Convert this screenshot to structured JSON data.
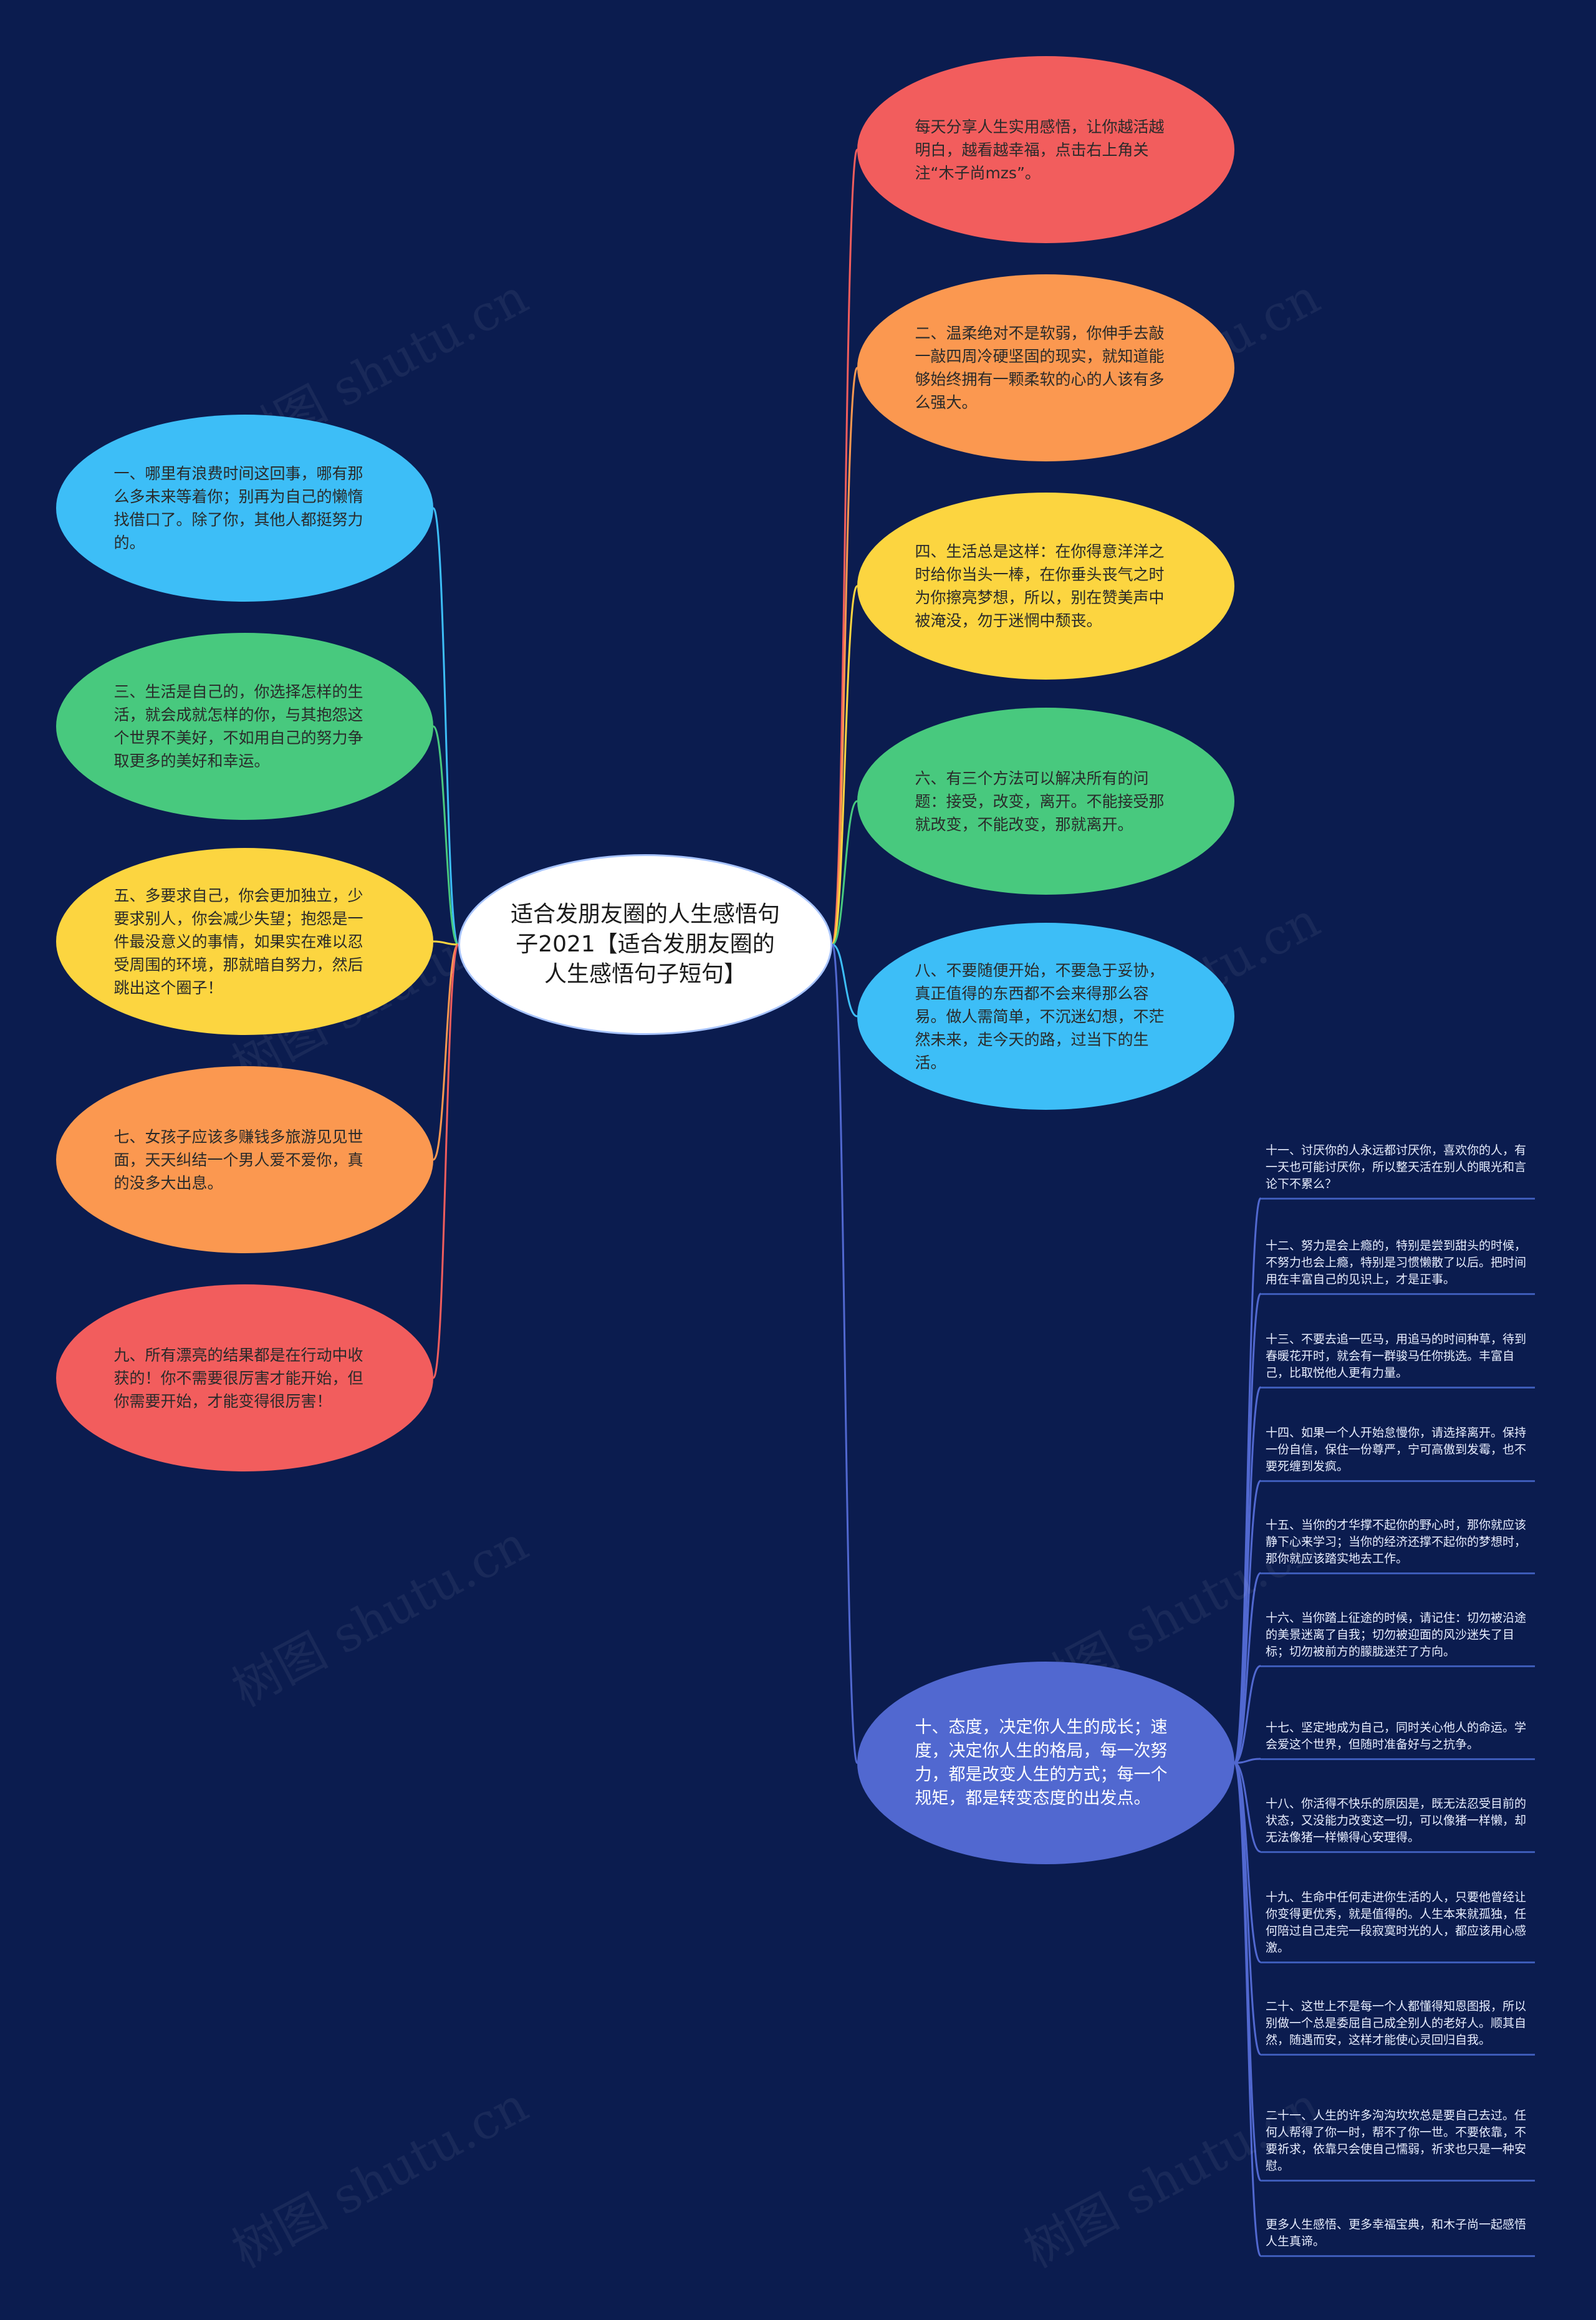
{
  "root": {
    "text": "适合发朋友圈的人生感悟句子2021【适合发朋友圈的人生感悟句子短句】"
  },
  "colors": {
    "background": "#0b1c4f",
    "red": "#f25d5d",
    "orange": "#fb9850",
    "yellow": "#fcd540",
    "green": "#48c97e",
    "cyan": "#3dbef7",
    "blue": "#5168d0"
  },
  "right_nodes": [
    {
      "text": "每天分享人生实用感悟，让你越活越明白，越看越幸福，点击右上角关注“木子尚mzs”。",
      "color": "red"
    },
    {
      "text": "二、温柔绝对不是软弱，你伸手去敲一敲四周冷硬坚固的现实，就知道能够始终拥有一颗柔软的心的人该有多么强大。",
      "color": "orange"
    },
    {
      "text": "四、生活总是这样：在你得意洋洋之时给你当头一棒，在你垂头丧气之时为你擦亮梦想，所以，别在赞美声中被淹没，勿于迷惘中颓丧。",
      "color": "yellow"
    },
    {
      "text": "六、有三个方法可以解决所有的问题：接受，改变，离开。不能接受那就改变，不能改变，那就离开。",
      "color": "green"
    },
    {
      "text": "八、不要随便开始，不要急于妥协，真正值得的东西都不会来得那么容易。做人需简单，不沉迷幻想，不茫然未来，走今天的路，过当下的生活。",
      "color": "cyan"
    },
    {
      "text": "十、态度，决定你人生的成长；速度，决定你人生的格局，每一次努力，都是改变人生的方式；每一个规矩，都是转变态度的出发点。",
      "color": "blue"
    }
  ],
  "left_nodes": [
    {
      "text": "一、哪里有浪费时间这回事，哪有那么多未来等着你；别再为自己的懒惰找借口了。除了你，其他人都挺努力的。",
      "color": "cyan"
    },
    {
      "text": "三、生活是自己的，你选择怎样的生活，就会成就怎样的你，与其抱怨这个世界不美好，不如用自己的努力争取更多的美好和幸运。",
      "color": "green"
    },
    {
      "text": "五、多要求自己，你会更加独立，少要求别人，你会减少失望；抱怨是一件最没意义的事情，如果实在难以忍受周围的环境，那就暗自努力，然后跳出这个圈子！",
      "color": "yellow"
    },
    {
      "text": "七、女孩子应该多赚钱多旅游见见世面，天天纠结一个男人爱不爱你，真的没多大出息。",
      "color": "orange"
    },
    {
      "text": "九、所有漂亮的结果都是在行动中收获的！你不需要很厉害才能开始，但你需要开始，才能变得很厉害！",
      "color": "red"
    }
  ],
  "leaves": [
    {
      "text": "十一、讨厌你的人永远都讨厌你，喜欢你的人，有一天也可能讨厌你，所以整天活在别人的眼光和言论下不累么？"
    },
    {
      "text": "十二、努力是会上瘾的，特别是尝到甜头的时候，不努力也会上瘾，特别是习惯懒散了以后。把时间用在丰富自己的见识上，才是正事。"
    },
    {
      "text": "十三、不要去追一匹马，用追马的时间种草，待到春暖花开时，就会有一群骏马任你挑选。丰富自己，比取悦他人更有力量。"
    },
    {
      "text": "十四、如果一个人开始怠慢你，请选择离开。保持一份自信，保住一份尊严，宁可高傲到发霉，也不要死缠到发疯。"
    },
    {
      "text": "十五、当你的才华撑不起你的野心时，那你就应该静下心来学习；当你的经济还撑不起你的梦想时，那你就应该踏实地去工作。"
    },
    {
      "text": "十六、当你踏上征途的时候，请记住：切勿被沿途的美景迷离了自我；切勿被迎面的风沙迷失了目标；切勿被前方的朦胧迷茫了方向。"
    },
    {
      "text": "十七、坚定地成为自己，同时关心他人的命运。学会爱这个世界，但随时准备好与之抗争。"
    },
    {
      "text": "十八、你活得不快乐的原因是，既无法忍受目前的状态，又没能力改变这一切，可以像猪一样懒，却无法像猪一样懒得心安理得。"
    },
    {
      "text": "十九、生命中任何走进你生活的人，只要他曾经让你变得更优秀，就是值得的。人生本来就孤独，任何陪过自己走完一段寂寞时光的人，都应该用心感激。"
    },
    {
      "text": "二十、这世上不是每一个人都懂得知恩图报，所以别做一个总是委屈自己成全别人的老好人。顺其自然，随遇而安，这样才能使心灵回归自我。"
    },
    {
      "text": "二十一、人生的许多沟沟坎坎总是要自己去过。任何人帮得了你一时，帮不了你一世。不要依靠，不要祈求，依靠只会使自己懦弱，祈求也只是一种安慰。"
    },
    {
      "text": "更多人生感悟、更多幸福宝典，和木子尚一起感悟人生真谛。"
    }
  ],
  "watermark": "树图 shutu.cn"
}
